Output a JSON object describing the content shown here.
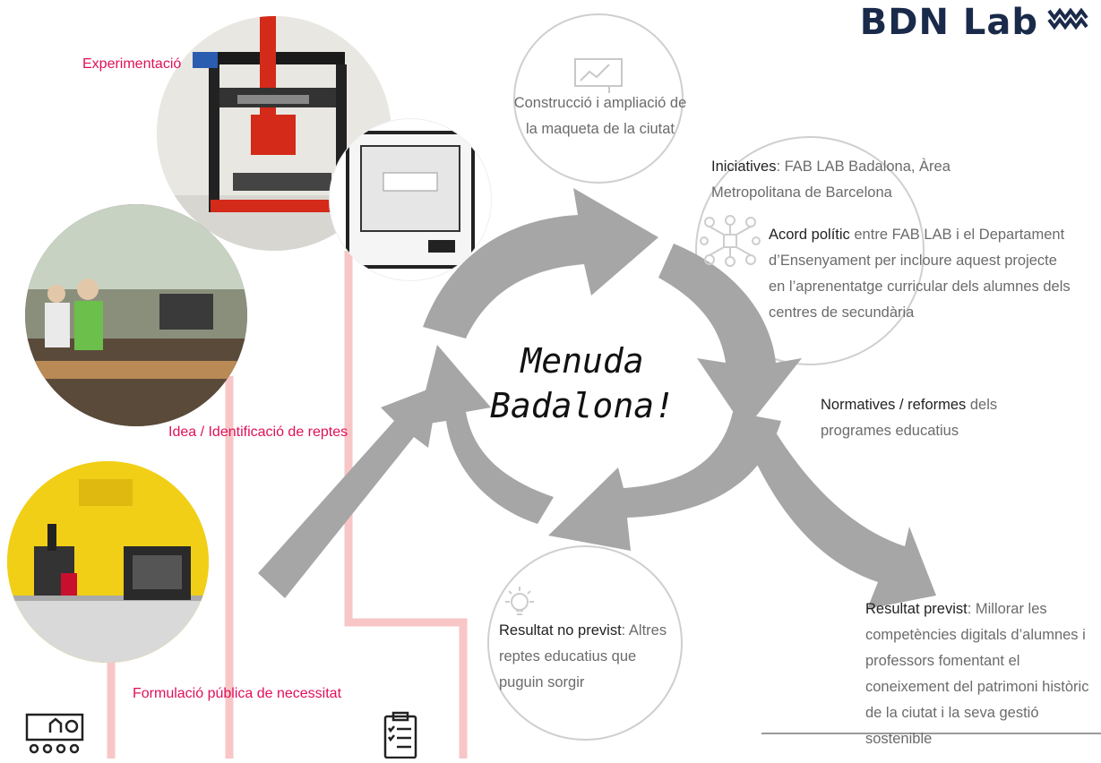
{
  "logo": {
    "text": "BDN Lab",
    "icon": "waves-icon",
    "color": "#1a2a4a"
  },
  "center": {
    "line1": "Menuda",
    "line2": "Badalona!"
  },
  "stages": {
    "experimentacio": "Experimentació",
    "idea": "Idea / Identificació de reptes",
    "formulacio": "Formulació pública de necessitat"
  },
  "construccio": {
    "text": "Construcció i ampliació de la maqueta de la ciutat",
    "icon": "chart-presentation-icon"
  },
  "iniciatives": {
    "label": "Iniciatives",
    "text": ": FAB LAB Badalona, Àrea Metropolitana de Barcelona"
  },
  "acord": {
    "label": "Acord polític",
    "text": " entre FAB LAB i el Departament d’Ensenyament per incloure aquest projecte en l’aprenentatge curricular dels alumnes dels centres de secundària",
    "icon": "network-icon"
  },
  "normatives": {
    "label": "Normatives / reformes",
    "text": " dels programes educatius"
  },
  "no_previst": {
    "label": "Resultat no previst",
    "text": ": Altres reptes educatius que puguin sorgir",
    "icon": "lightbulb-icon"
  },
  "previst": {
    "label": "Resultat previst",
    "text": ": Millorar les competències digitals d’alumnes i professors fomentant el coneixement del patrimoni històric de la ciutat i la seva gestió sostenible"
  },
  "bottom_icons": [
    "community-needs-icon",
    "checklist-icon"
  ],
  "colors": {
    "arrow": "#a6a6a6",
    "pink_line": "#f8c6c6",
    "accent": "#e0105a",
    "text": "#6b6b6b"
  }
}
